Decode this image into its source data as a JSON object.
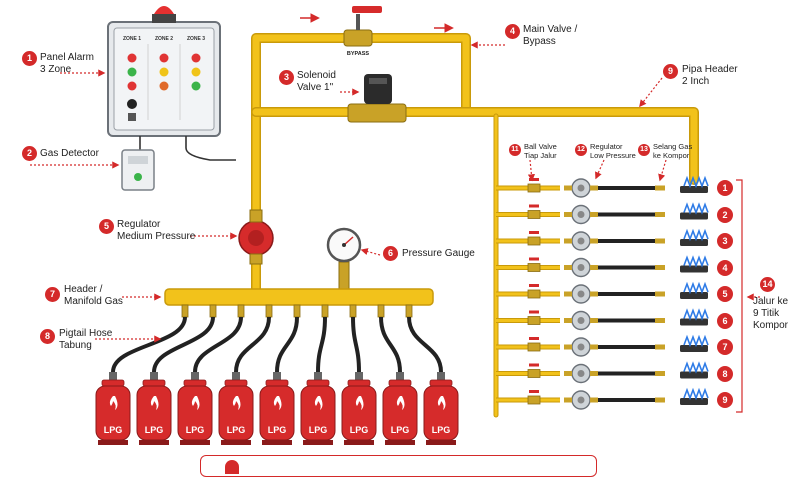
{
  "callouts": [
    {
      "num": "1",
      "label_lines": [
        "Panel Alarm",
        "3 Zone"
      ]
    },
    {
      "num": "2",
      "label_lines": [
        "Gas Detector"
      ]
    },
    {
      "num": "3",
      "label_lines": [
        "Solenoid",
        "Valve 1\""
      ]
    },
    {
      "num": "4",
      "label_lines": [
        "Main Valve /",
        "Bypass"
      ]
    },
    {
      "num": "5",
      "label_lines": [
        "Regulator",
        "Medium Pressure"
      ]
    },
    {
      "num": "6",
      "label_lines": [
        "Pressure Gauge"
      ]
    },
    {
      "num": "7",
      "label_lines": [
        "Header /",
        "Manifold Gas"
      ]
    },
    {
      "num": "8",
      "label_lines": [
        "Pigtail Hose",
        "Tabung"
      ]
    },
    {
      "num": "9",
      "label_lines": [
        "Pipa Header",
        "2 Inch"
      ]
    },
    {
      "num": "11",
      "label_lines": [
        "Ball Valve",
        "Tiap Jalur"
      ]
    },
    {
      "num": "12",
      "label_lines": [
        "Regulator",
        "Low Pressure"
      ]
    },
    {
      "num": "13",
      "label_lines": [
        "Selang Gas",
        "ke Kompor"
      ]
    },
    {
      "num": "14",
      "label_lines": [
        "Jalur ke",
        "9 Titik",
        "Kompor"
      ]
    }
  ],
  "panel": {
    "zones": [
      "ZONE 1",
      "ZONE 2",
      "ZONE 3"
    ]
  },
  "bypass_label": "BYPASS",
  "tank_label": "LPG",
  "tank_count": 9,
  "line_numbers": [
    "1",
    "2",
    "3",
    "4",
    "5",
    "6",
    "7",
    "8",
    "9"
  ],
  "colors": {
    "pipe": "#f2c21b",
    "pipe_edge": "#c99a0a",
    "accent_red": "#d42a2a",
    "tank": "#d62b2b",
    "hose": "#222222",
    "brass": "#c9a227",
    "flame": "#2e7be6"
  }
}
